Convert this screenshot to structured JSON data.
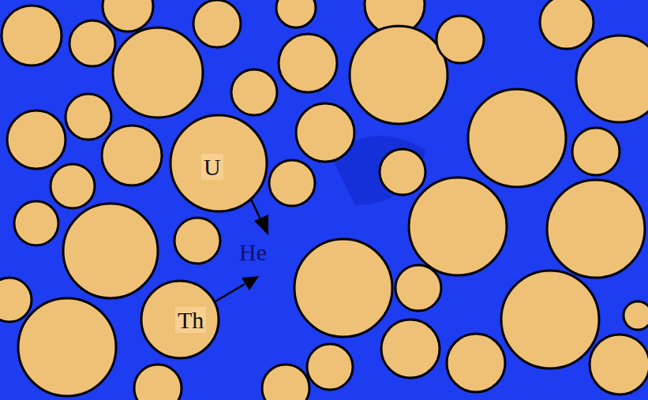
{
  "diagram": {
    "nodes": [
      {
        "text": [
          "U"
        ]
      },
      {
        "text": [
          "Th"
        ]
      }
    ],
    "labels": [
      "He"
    ]
  }
}
